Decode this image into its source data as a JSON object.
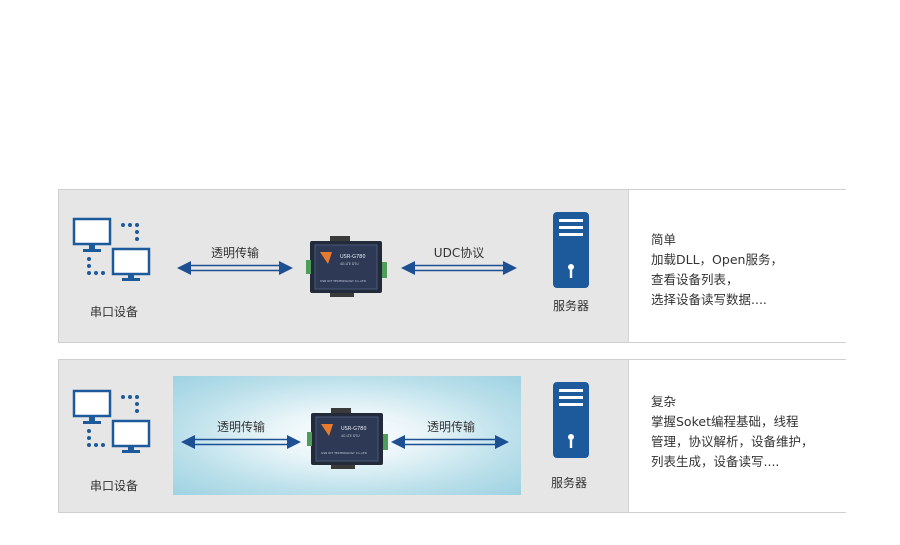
{
  "rows": [
    {
      "serial_label": "串口设备",
      "left_arrow_label": "透明传输",
      "right_arrow_label": "UDC协议",
      "server_label": "服务器",
      "info": [
        "简单",
        "加载DLL，Open服务，",
        "查看设备列表，",
        "选择设备读写数据...."
      ]
    },
    {
      "serial_label": "串口设备",
      "left_arrow_label": "透明传输",
      "right_arrow_label": "透明传输",
      "server_label": "服务器",
      "info": [
        "复杂",
        "掌握Soket编程基础，线程",
        "管理，协议解析，设备维护，",
        "列表生成，设备读写...."
      ]
    }
  ],
  "device": {
    "model": "USR-G780",
    "sub": "4G LTE DTU",
    "vendor": "USR IOT TECHNOLOGY Co.,LTD"
  },
  "colors": {
    "icon_blue": "#1d5a9c",
    "arrow_blue": "#1d4f93",
    "row_bg": "#e6e6e6"
  }
}
